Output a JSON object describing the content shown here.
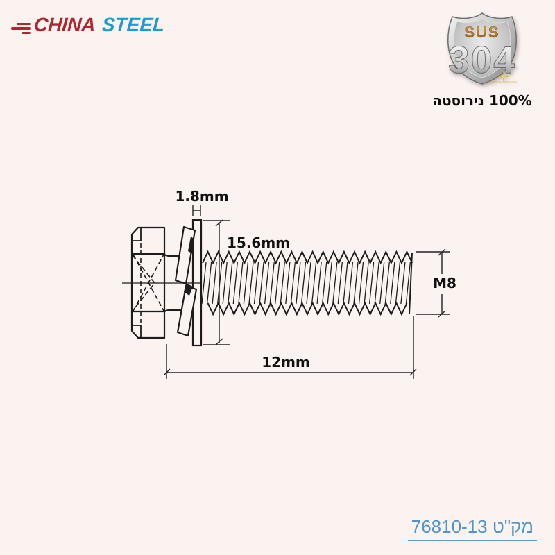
{
  "page": {
    "background_color": "#fbf3f0",
    "line_color": "#1c1c1c"
  },
  "brand": {
    "word1": "CHINA",
    "word2": "STEEL",
    "color_primary": "#b3252e",
    "color_secondary": "#1e9ad6"
  },
  "badge": {
    "material": "SUS",
    "grade": "304",
    "caption": "100% נירוסטה",
    "gold_color": "#cf9334",
    "silver_color": "#c9c9c9"
  },
  "drawing": {
    "type": "technical-drawing-hex-head-screw-with-washers",
    "dimensions": {
      "washer_thickness": "1.8mm",
      "washer_outer_diameter": "15.6mm",
      "thread_length": "12mm",
      "thread_size": "M8"
    }
  },
  "footer": {
    "sku_label": "מק\"ט 76810-13",
    "link_color": "#4f94cd"
  }
}
